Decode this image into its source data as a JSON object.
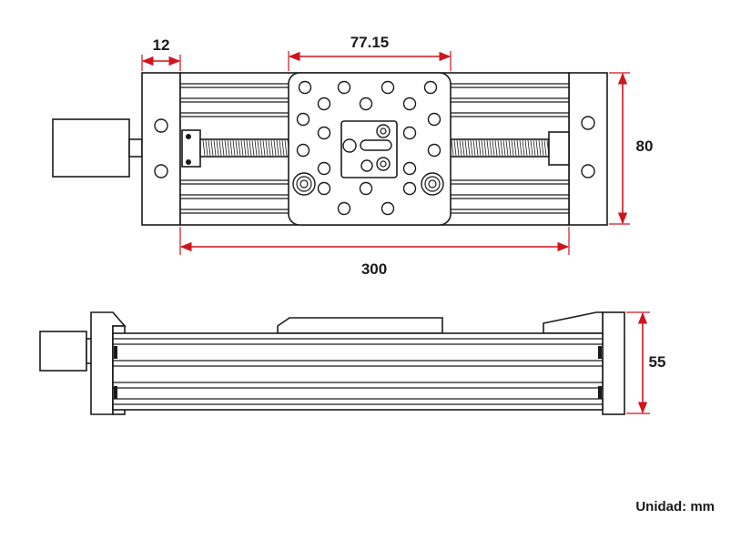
{
  "dimensions": {
    "end_plate_width": "12",
    "carriage_width": "77.15",
    "height_top_view": "80",
    "rail_length": "300",
    "height_side_view": "55"
  },
  "unit_label": "Unidad: mm",
  "colors": {
    "dimension_line": "#d0141c",
    "outline": "#1a1a1a",
    "background": "#ffffff"
  }
}
